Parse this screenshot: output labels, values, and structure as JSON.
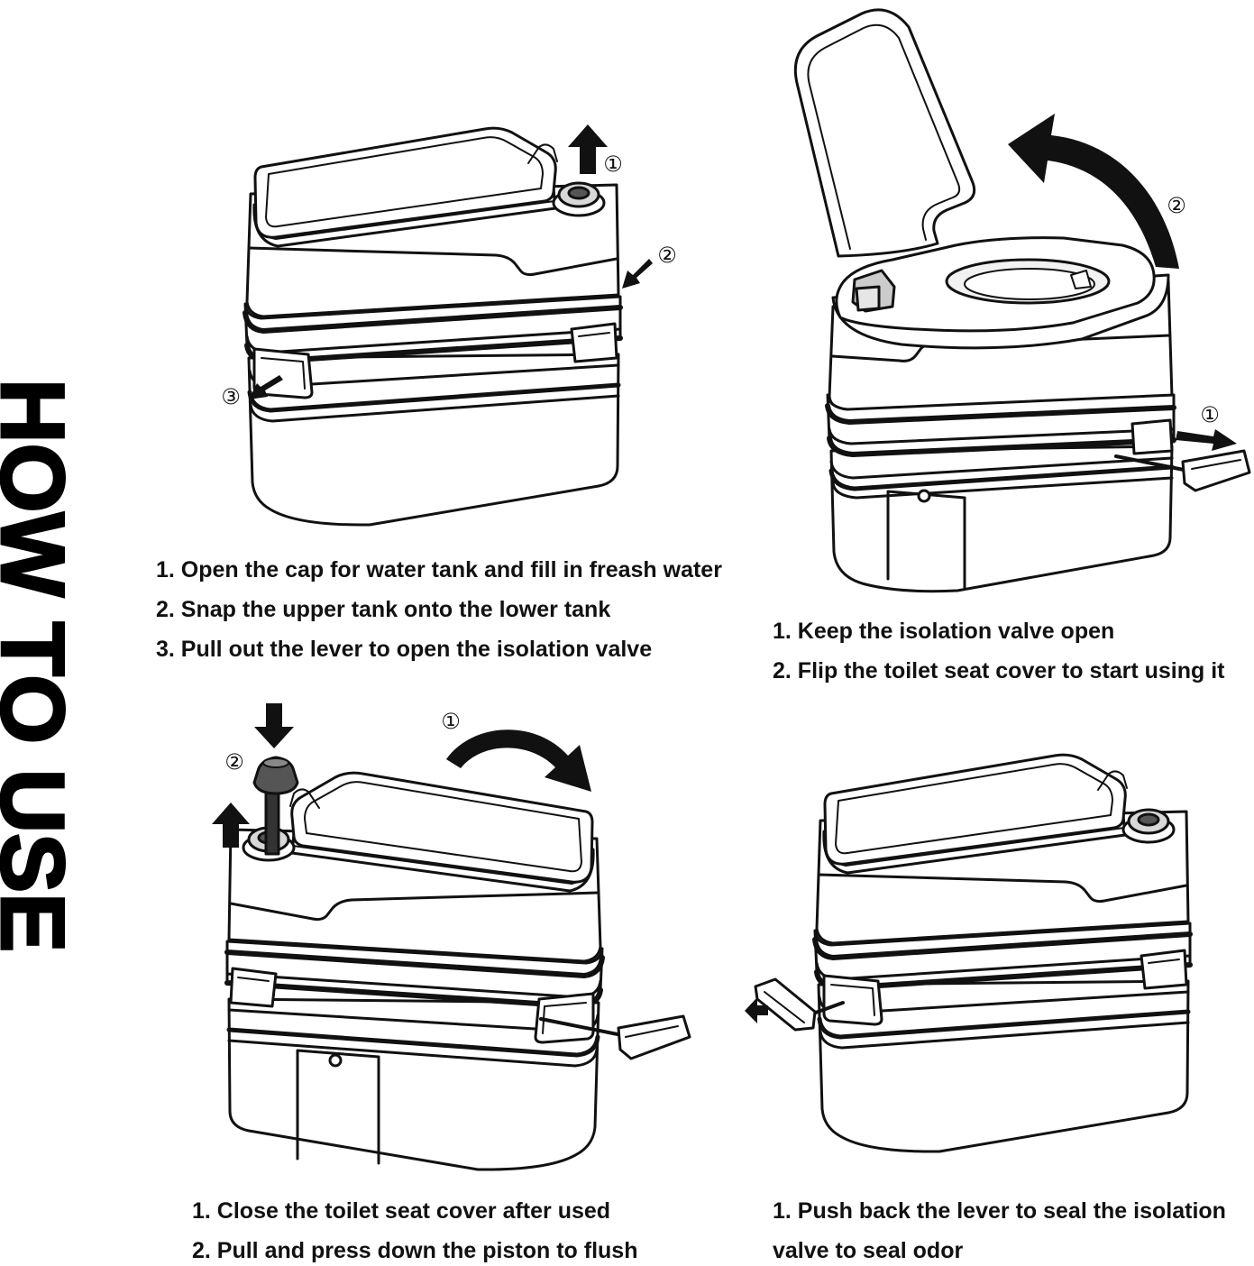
{
  "title": "HOW TO USE",
  "panels": [
    {
      "lines": [
        "1. Open the cap for water tank and fill in freash water",
        "2. Snap the upper tank onto the lower tank",
        "3. Pull out the lever to open the isolation valve"
      ],
      "markers": [
        "①",
        "②",
        "③"
      ]
    },
    {
      "lines": [
        "1. Keep the isolation valve open",
        "2. Flip the toilet seat cover to start using it"
      ],
      "markers": [
        "②",
        "①"
      ]
    },
    {
      "lines": [
        "1. Close the toilet seat cover after used",
        "2. Pull and press down the piston to flush"
      ],
      "markers": [
        "①",
        "②"
      ]
    },
    {
      "lines": [
        "1. Push back the lever to seal the isolation",
        "valve to seal odor"
      ]
    }
  ]
}
